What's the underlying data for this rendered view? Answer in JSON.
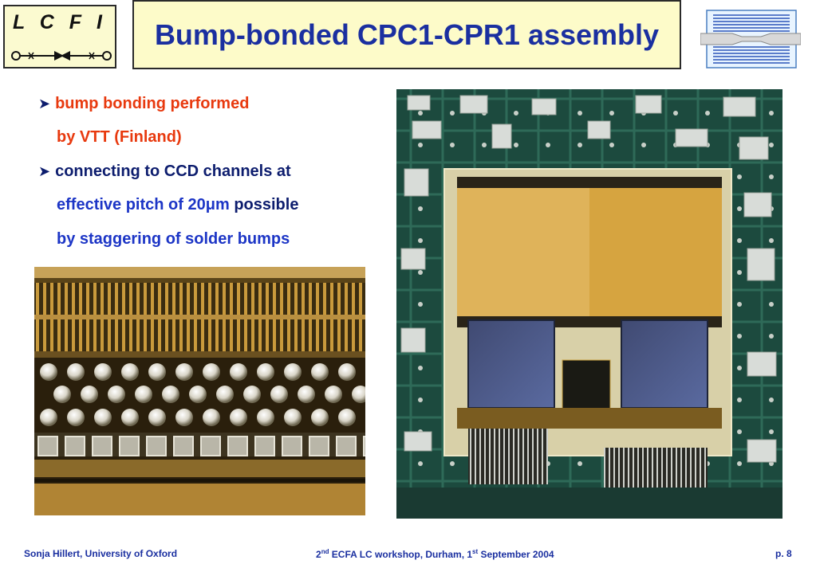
{
  "logo": {
    "text": "L C F I"
  },
  "header": {
    "title": "Bump-bonded CPC1-CPR1 assembly"
  },
  "bullets": [
    {
      "line1": "bump bonding performed",
      "line2": "by VTT (Finland)"
    },
    {
      "line1": "connecting to CCD channels at",
      "line2_part1": "effective pitch of 20",
      "line2_mu": "μ",
      "line2_part2": "m",
      "line2_part3": " possible",
      "line3": "by staggering of solder bumps"
    }
  ],
  "footer": {
    "author": "Sonja Hillert, University of Oxford",
    "event_pre": "2",
    "event_sup1": "nd",
    "event_mid": " ECFA LC workshop, Durham, 1",
    "event_sup2": "st",
    "event_post": " September 2004",
    "page": "p. 8"
  },
  "colors": {
    "title": "#1a2fa0",
    "red_text": "#e8390e",
    "blue_text": "#1c35c6",
    "box_bg": "#fdfbc9"
  }
}
